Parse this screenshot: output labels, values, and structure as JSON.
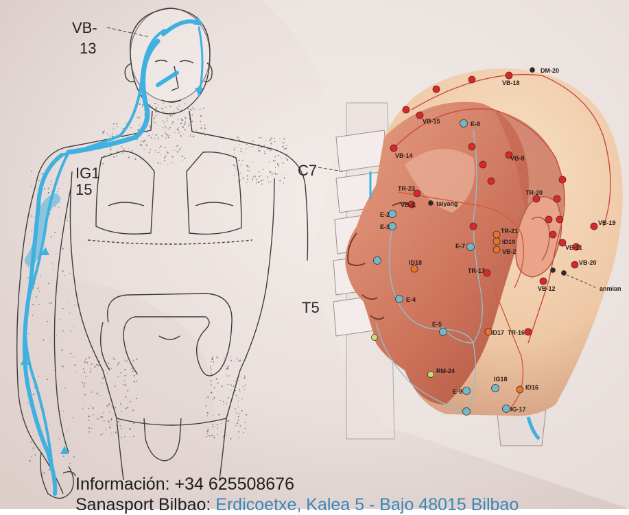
{
  "body_labels": {
    "vb13_top": "VB-",
    "vb13_num": "13",
    "ig": "IG1",
    "ig_num": "15",
    "c7": "C7",
    "t5": "T5"
  },
  "head_points": [
    {
      "label": "DM-20",
      "kind": "dark"
    },
    {
      "label": "VB-18",
      "kind": "red"
    },
    {
      "label": "VB-15",
      "kind": "red"
    },
    {
      "label": "E-8",
      "kind": "blue"
    },
    {
      "label": "VB-14",
      "kind": "red"
    },
    {
      "label": "VB-8",
      "kind": "red"
    },
    {
      "label": "TR-23",
      "kind": "red"
    },
    {
      "label": "taiyang",
      "kind": "dark"
    },
    {
      "label": "VB-1",
      "kind": "red"
    },
    {
      "label": "TR-20",
      "kind": "red"
    },
    {
      "label": "VB-19",
      "kind": "red"
    },
    {
      "label": "E-2",
      "kind": "blue"
    },
    {
      "label": "E-3",
      "kind": "blue"
    },
    {
      "label": "TR-21",
      "kind": "orange"
    },
    {
      "label": "ID19",
      "kind": "orange"
    },
    {
      "label": "VB-2",
      "kind": "orange"
    },
    {
      "label": "E-7",
      "kind": "blue"
    },
    {
      "label": "VB-11",
      "kind": "red"
    },
    {
      "label": "ID18",
      "kind": "orange"
    },
    {
      "label": "TR-17",
      "kind": "red"
    },
    {
      "label": "VB-20",
      "kind": "red"
    },
    {
      "label": "VB-12",
      "kind": "red"
    },
    {
      "label": "anmian",
      "kind": "dark"
    },
    {
      "label": "E-4",
      "kind": "blue"
    },
    {
      "label": "E-5",
      "kind": "blue"
    },
    {
      "label": "ID17",
      "kind": "orange"
    },
    {
      "label": "TR-16",
      "kind": "red"
    },
    {
      "label": "RM-24",
      "kind": "green"
    },
    {
      "label": "IG18",
      "kind": "blue"
    },
    {
      "label": "E-9",
      "kind": "blue"
    },
    {
      "label": "ID16",
      "kind": "orange"
    },
    {
      "label": "IG-17",
      "kind": "blue"
    }
  ],
  "colors": {
    "meridian_blue": "#3fb1e0",
    "point_red": "#d8282a",
    "point_blue": "#6fb9cc",
    "point_orange": "#e8752d",
    "point_green": "#c9e07a",
    "point_dark": "#2b2b2b",
    "address_blue": "#3a86b7"
  },
  "footer": {
    "info_line": "Información: +34 625508676",
    "address_prefix": "Sanasport Bilbao: ",
    "address_blue": "Erdicoetxe, Kalea 5 - Bajo 48015 Bilbao"
  }
}
